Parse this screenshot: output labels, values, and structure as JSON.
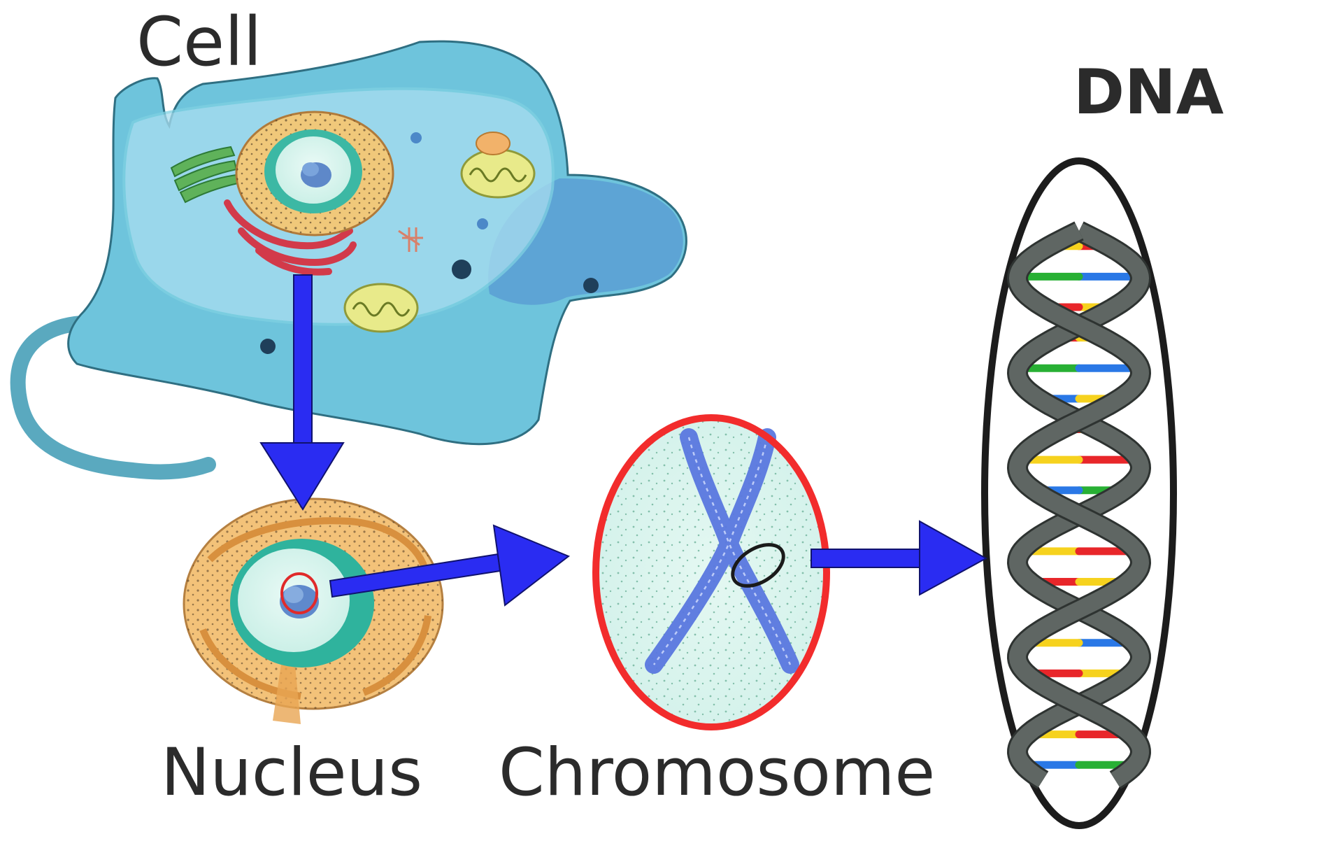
{
  "labels": {
    "cell": "Cell",
    "nucleus": "Nucleus",
    "chromosome": "Chromosome",
    "dna": "DNA"
  },
  "colors": {
    "arrow": "#2a2cf2",
    "chromosome_ring": "#f22c2c",
    "dna_oval": "#1c1c1c",
    "cytoplasm": "#6ec4dc",
    "nucleus_envelope": "#f0c87a",
    "nucleoplasm": "#d8f4ee",
    "chromatin": "#5a78e0",
    "backbone": "#5f6663",
    "base_red": "#e8262a",
    "base_yellow": "#f6d21e",
    "base_green": "#28b034",
    "base_blue": "#2a78e6"
  },
  "dna_base_pairs": [
    [
      "red",
      "yellow"
    ],
    [
      "blue",
      "green"
    ],
    [
      "yellow",
      "red"
    ],
    [
      "red",
      "yellow"
    ],
    [
      "green",
      "blue"
    ],
    [
      "blue",
      "yellow"
    ],
    [
      "yellow",
      "red"
    ],
    [
      "red",
      "yellow"
    ],
    [
      "green",
      "blue"
    ],
    [
      "blue",
      "yellow"
    ],
    [
      "yellow",
      "red"
    ],
    [
      "red",
      "yellow"
    ],
    [
      "blue",
      "green"
    ],
    [
      "blue",
      "yellow"
    ],
    [
      "yellow",
      "red"
    ],
    [
      "blue",
      "green"
    ],
    [
      "yellow",
      "red"
    ],
    [
      "blue",
      "green"
    ]
  ]
}
